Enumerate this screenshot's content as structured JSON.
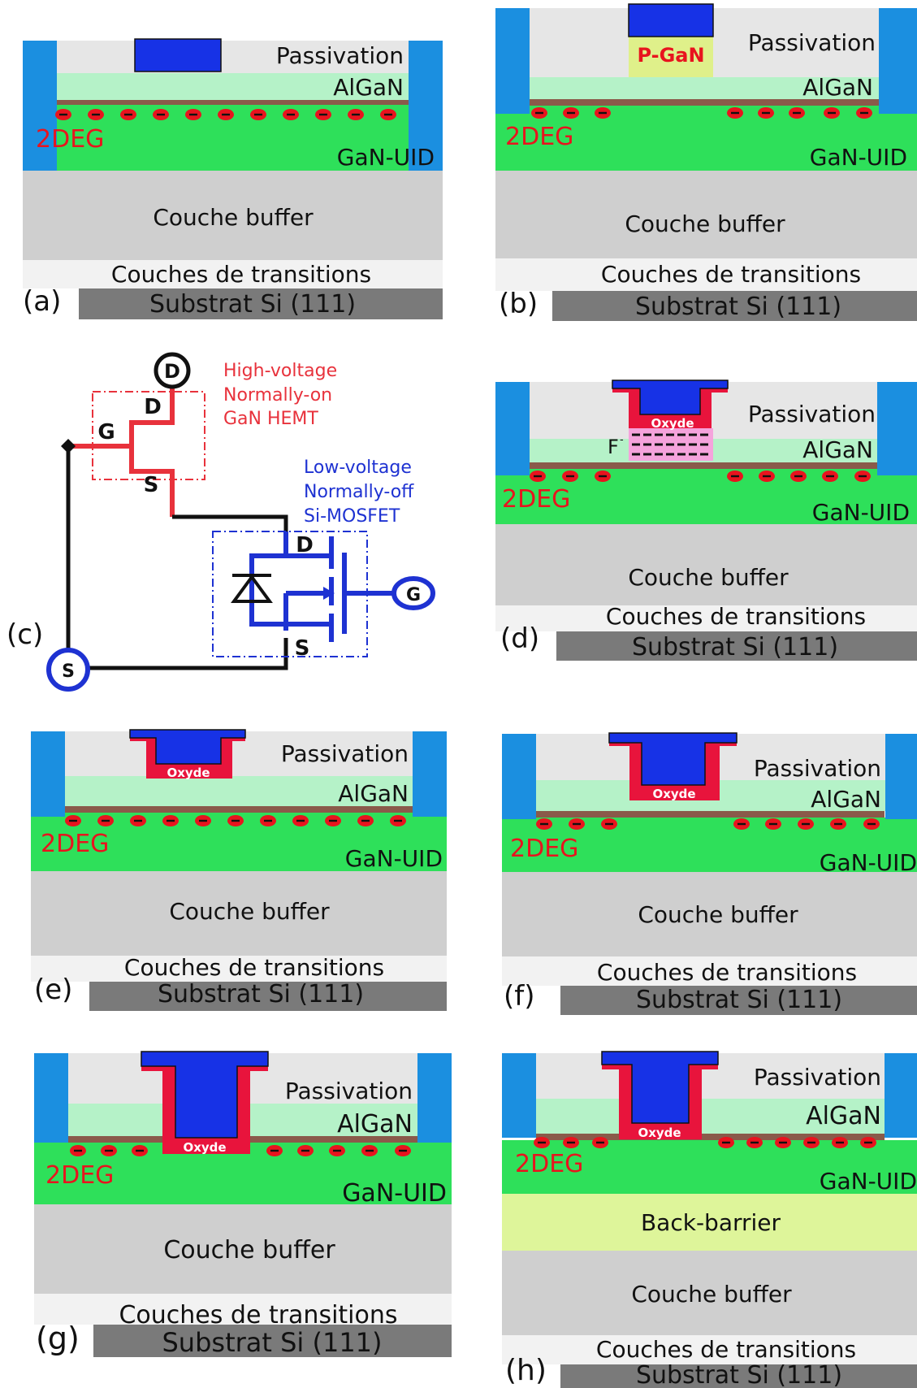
{
  "colors": {
    "passivation": "#e6e6e6",
    "algan": "#b5f2c8",
    "gan": "#2ee05a",
    "buffer": "#cfcfcf",
    "transitions": "#f2f2f2",
    "substrate": "#7a7a7a",
    "contact": "#1b8fe0",
    "gate": "#1732e6",
    "oxide": "#e8143c",
    "pgan": "#dff08a",
    "fluor": "#f5a3dc",
    "deg_text": "#e8141e",
    "backbarrier": "#def59a",
    "hemt_red": "#e8323c",
    "mos_blue": "#1e32d2"
  },
  "labels": {
    "passivation": "Passivation",
    "algan": "AlGaN",
    "deg": "2DEG",
    "gan": "GaN-UID",
    "buffer": "Couche buffer",
    "transitions": "Couches de transitions",
    "substrate": "Substrat Si (111)",
    "oxyde": "Oxyde",
    "pgan": "P-GaN",
    "fluor": "F",
    "backbarrier": "Back-barrier"
  },
  "panels": [
    {
      "id": "a",
      "tag": "(a)"
    },
    {
      "id": "b",
      "tag": "(b)"
    },
    {
      "id": "d",
      "tag": "(d)"
    },
    {
      "id": "e",
      "tag": "(e)"
    },
    {
      "id": "f",
      "tag": "(f)"
    },
    {
      "id": "g",
      "tag": "(g)"
    },
    {
      "id": "h",
      "tag": "(h)"
    }
  ],
  "cascode": {
    "tag": "(c)",
    "drain_terminal": "D",
    "source_terminal": "S",
    "gate_terminal": "G",
    "hemt_d": "D",
    "hemt_g": "G",
    "hemt_s": "S",
    "mos_d": "D",
    "mos_s": "S",
    "hemt_desc": [
      "High-voltage",
      "Normally-on",
      "GaN HEMT"
    ],
    "mos_desc": [
      "Low-voltage",
      "Normally-off",
      "Si-MOSFET"
    ]
  }
}
